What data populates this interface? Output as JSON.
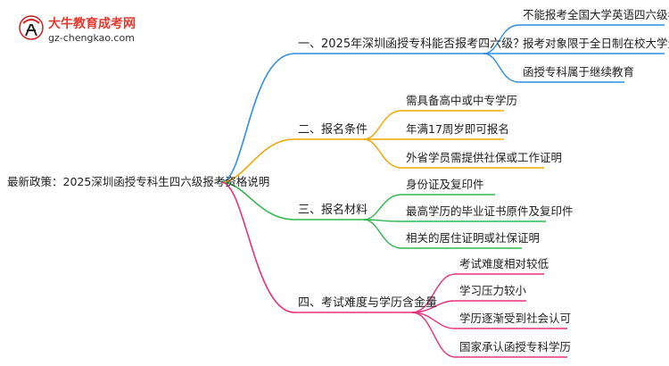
{
  "logo": {
    "title": "大牛教育成考网",
    "url": "gz-chengkao.com"
  },
  "root": "最新政策：2025深圳函授专科生四六级报考资格说明",
  "colors": {
    "branch1": "#2f8ee5",
    "branch2": "#f0a500",
    "branch3": "#2fb84f",
    "branch4": "#e8307a"
  },
  "branches": [
    {
      "label": "一、2025年深圳函授专科能否报考四六级？",
      "leaves": [
        "不能报考全国大学英语四六级考试",
        "报考对象限于全日制在校大学生",
        "函授专科属于继续教育"
      ]
    },
    {
      "label": "二、报名条件",
      "leaves": [
        "需具备高中或中专学历",
        "年满17周岁即可报名",
        "外省学员需提供社保或工作证明"
      ]
    },
    {
      "label": "三、报名材料",
      "leaves": [
        "身份证及复印件",
        "最高学历的毕业证书原件及复印件",
        "相关的居住证明或社保证明"
      ]
    },
    {
      "label": "四、考试难度与学历含金量",
      "leaves": [
        "考试难度相对较低",
        "学习压力较小",
        "学历逐渐受到社会认可",
        "国家承认函授专科学历"
      ]
    }
  ]
}
